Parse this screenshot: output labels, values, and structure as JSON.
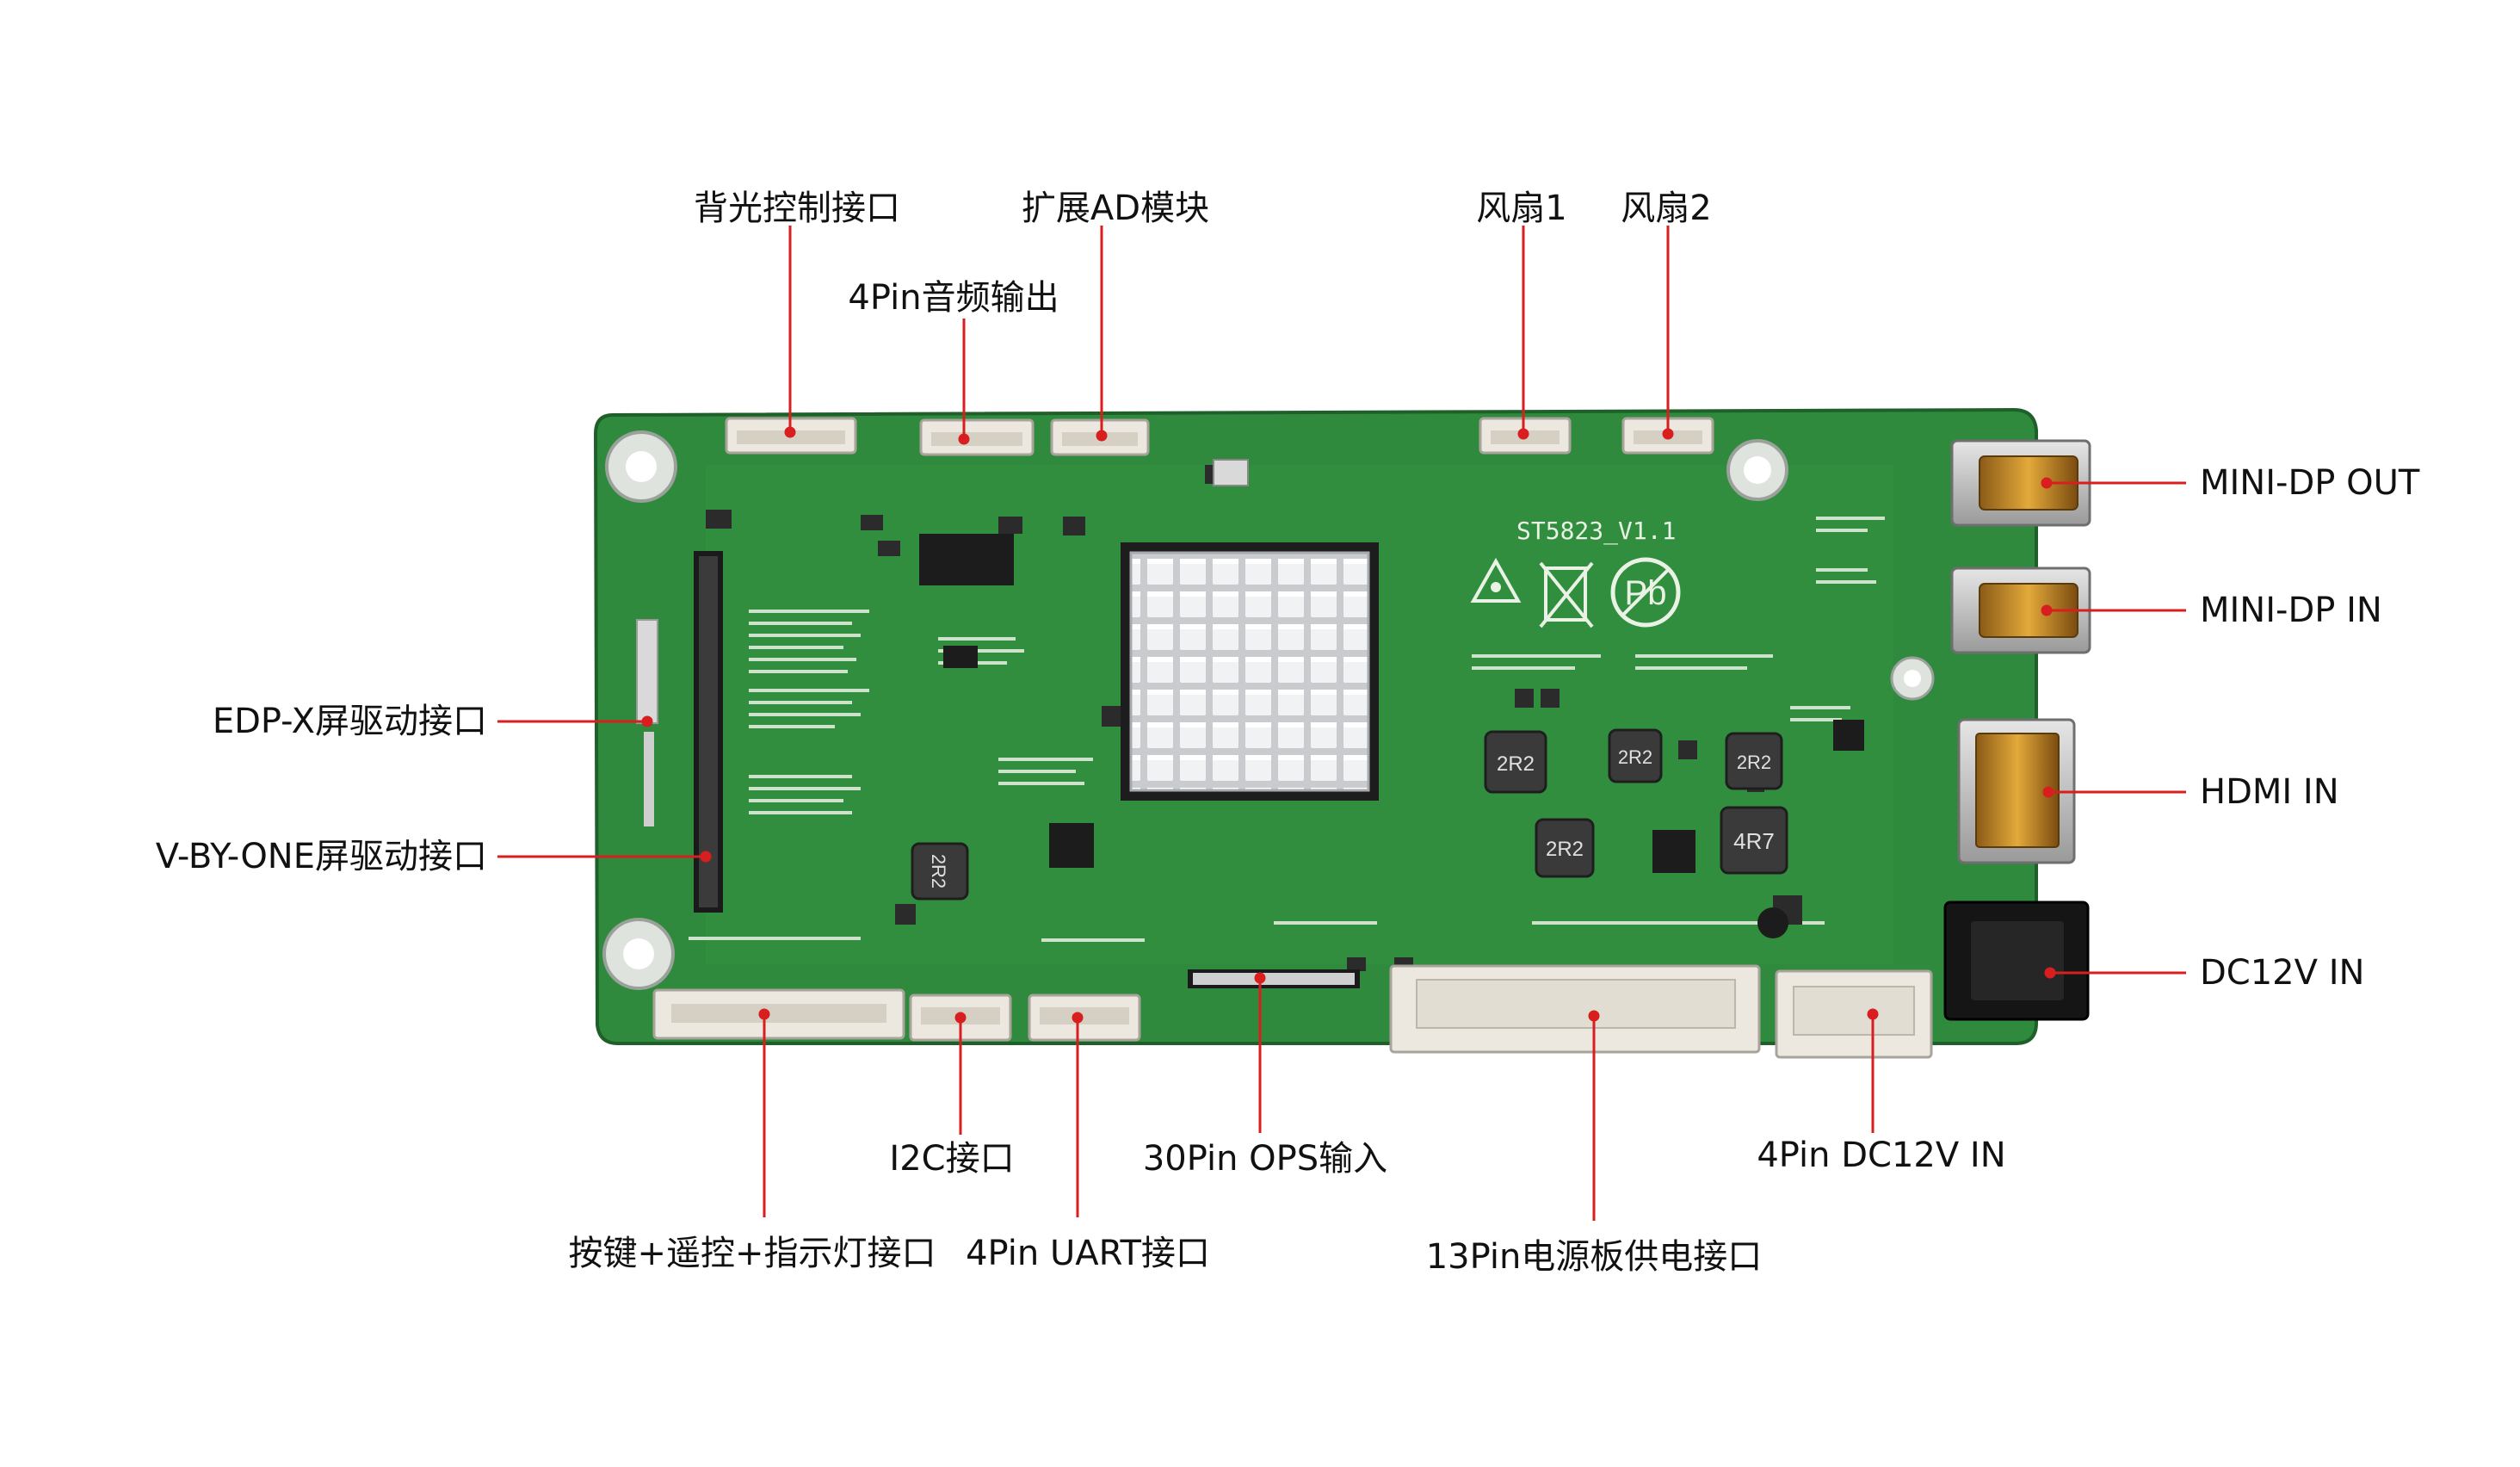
{
  "board": {
    "model_text": "ST5823_V1.1",
    "pb_mark": "Pb",
    "inductor_marks": [
      "2R2",
      "2R2",
      "2R2",
      "2R2",
      "4R7",
      "2R2"
    ]
  },
  "labels": {
    "top": {
      "backlight": "背光控制接口",
      "audio": "4Pin音频输出",
      "ad_module": "扩展AD模块",
      "fan1": "风扇1",
      "fan2": "风扇2"
    },
    "right": {
      "minidp_out": "MINI-DP OUT",
      "minidp_in": "MINI-DP IN",
      "hdmi_in": "HDMI IN",
      "dc12v_in": "DC12V   IN"
    },
    "left": {
      "edp": "EDP-X屏驱动接口",
      "vbyone": "V-BY-ONE屏驱动接口"
    },
    "bottom": {
      "i2c": "I2C接口",
      "ops30": "30Pin OPS输入",
      "dc12v_4pin": "4Pin DC12V IN",
      "keys": "按键+遥控+指示灯接口",
      "uart": "4Pin UART接口",
      "power13": "13Pin电源板供电接口"
    }
  },
  "colors": {
    "pcb": "#2f8a3e",
    "pcb_dark": "#236b2e",
    "silkscreen": "#e9f2e4",
    "callout": "#d81e1e",
    "connector": "#ece8e0",
    "metal": "#c8c8c8",
    "label": "#111111"
  }
}
